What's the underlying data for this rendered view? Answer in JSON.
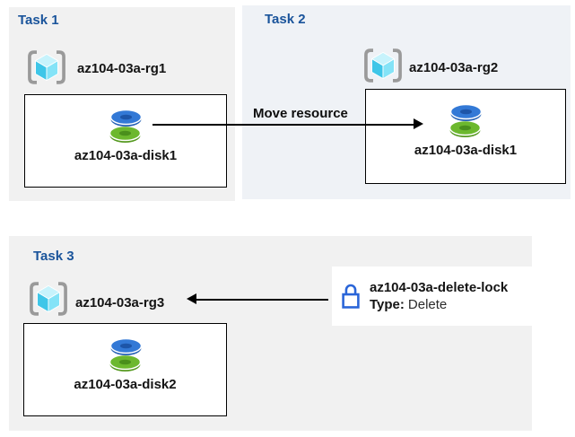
{
  "task1": {
    "title": "Task 1",
    "rg_label": "az104-03a-rg1",
    "disk_label": "az104-03a-disk1"
  },
  "task2": {
    "title": "Task 2",
    "rg_label": "az104-03a-rg2",
    "disk_label": "az104-03a-disk1"
  },
  "task3": {
    "title": "Task 3",
    "rg_label": "az104-03a-rg3",
    "disk_label": "az104-03a-disk2"
  },
  "arrows": {
    "move_label": "Move resource",
    "move_direction": "right",
    "lock_direction": "left"
  },
  "lock": {
    "name": "az104-03a-delete-lock",
    "type_label": "Type:",
    "type_value": "Delete"
  },
  "icons": {
    "resource_group": "resource-group-icon",
    "disk": "disk-icon",
    "lock": "lock-icon"
  },
  "colors": {
    "title_blue": "#1a549b",
    "panel_gray": "#f1f1f1",
    "panel_blue_tint": "#eff2f6",
    "box_fill": "#ffffff",
    "box_border": "#000000",
    "arrow": "#000000",
    "bracket_gray": "#9a9a9a",
    "cube_top": "#c7f3fc",
    "cube_left": "#3ec6e8",
    "cube_right": "#84e3f7",
    "disk_blue": "#3379d6",
    "disk_blue_dark": "#1d55a8",
    "disk_green": "#6cb82e",
    "disk_green_dark": "#4a8f1c",
    "lock_blue": "#2a65d8"
  }
}
